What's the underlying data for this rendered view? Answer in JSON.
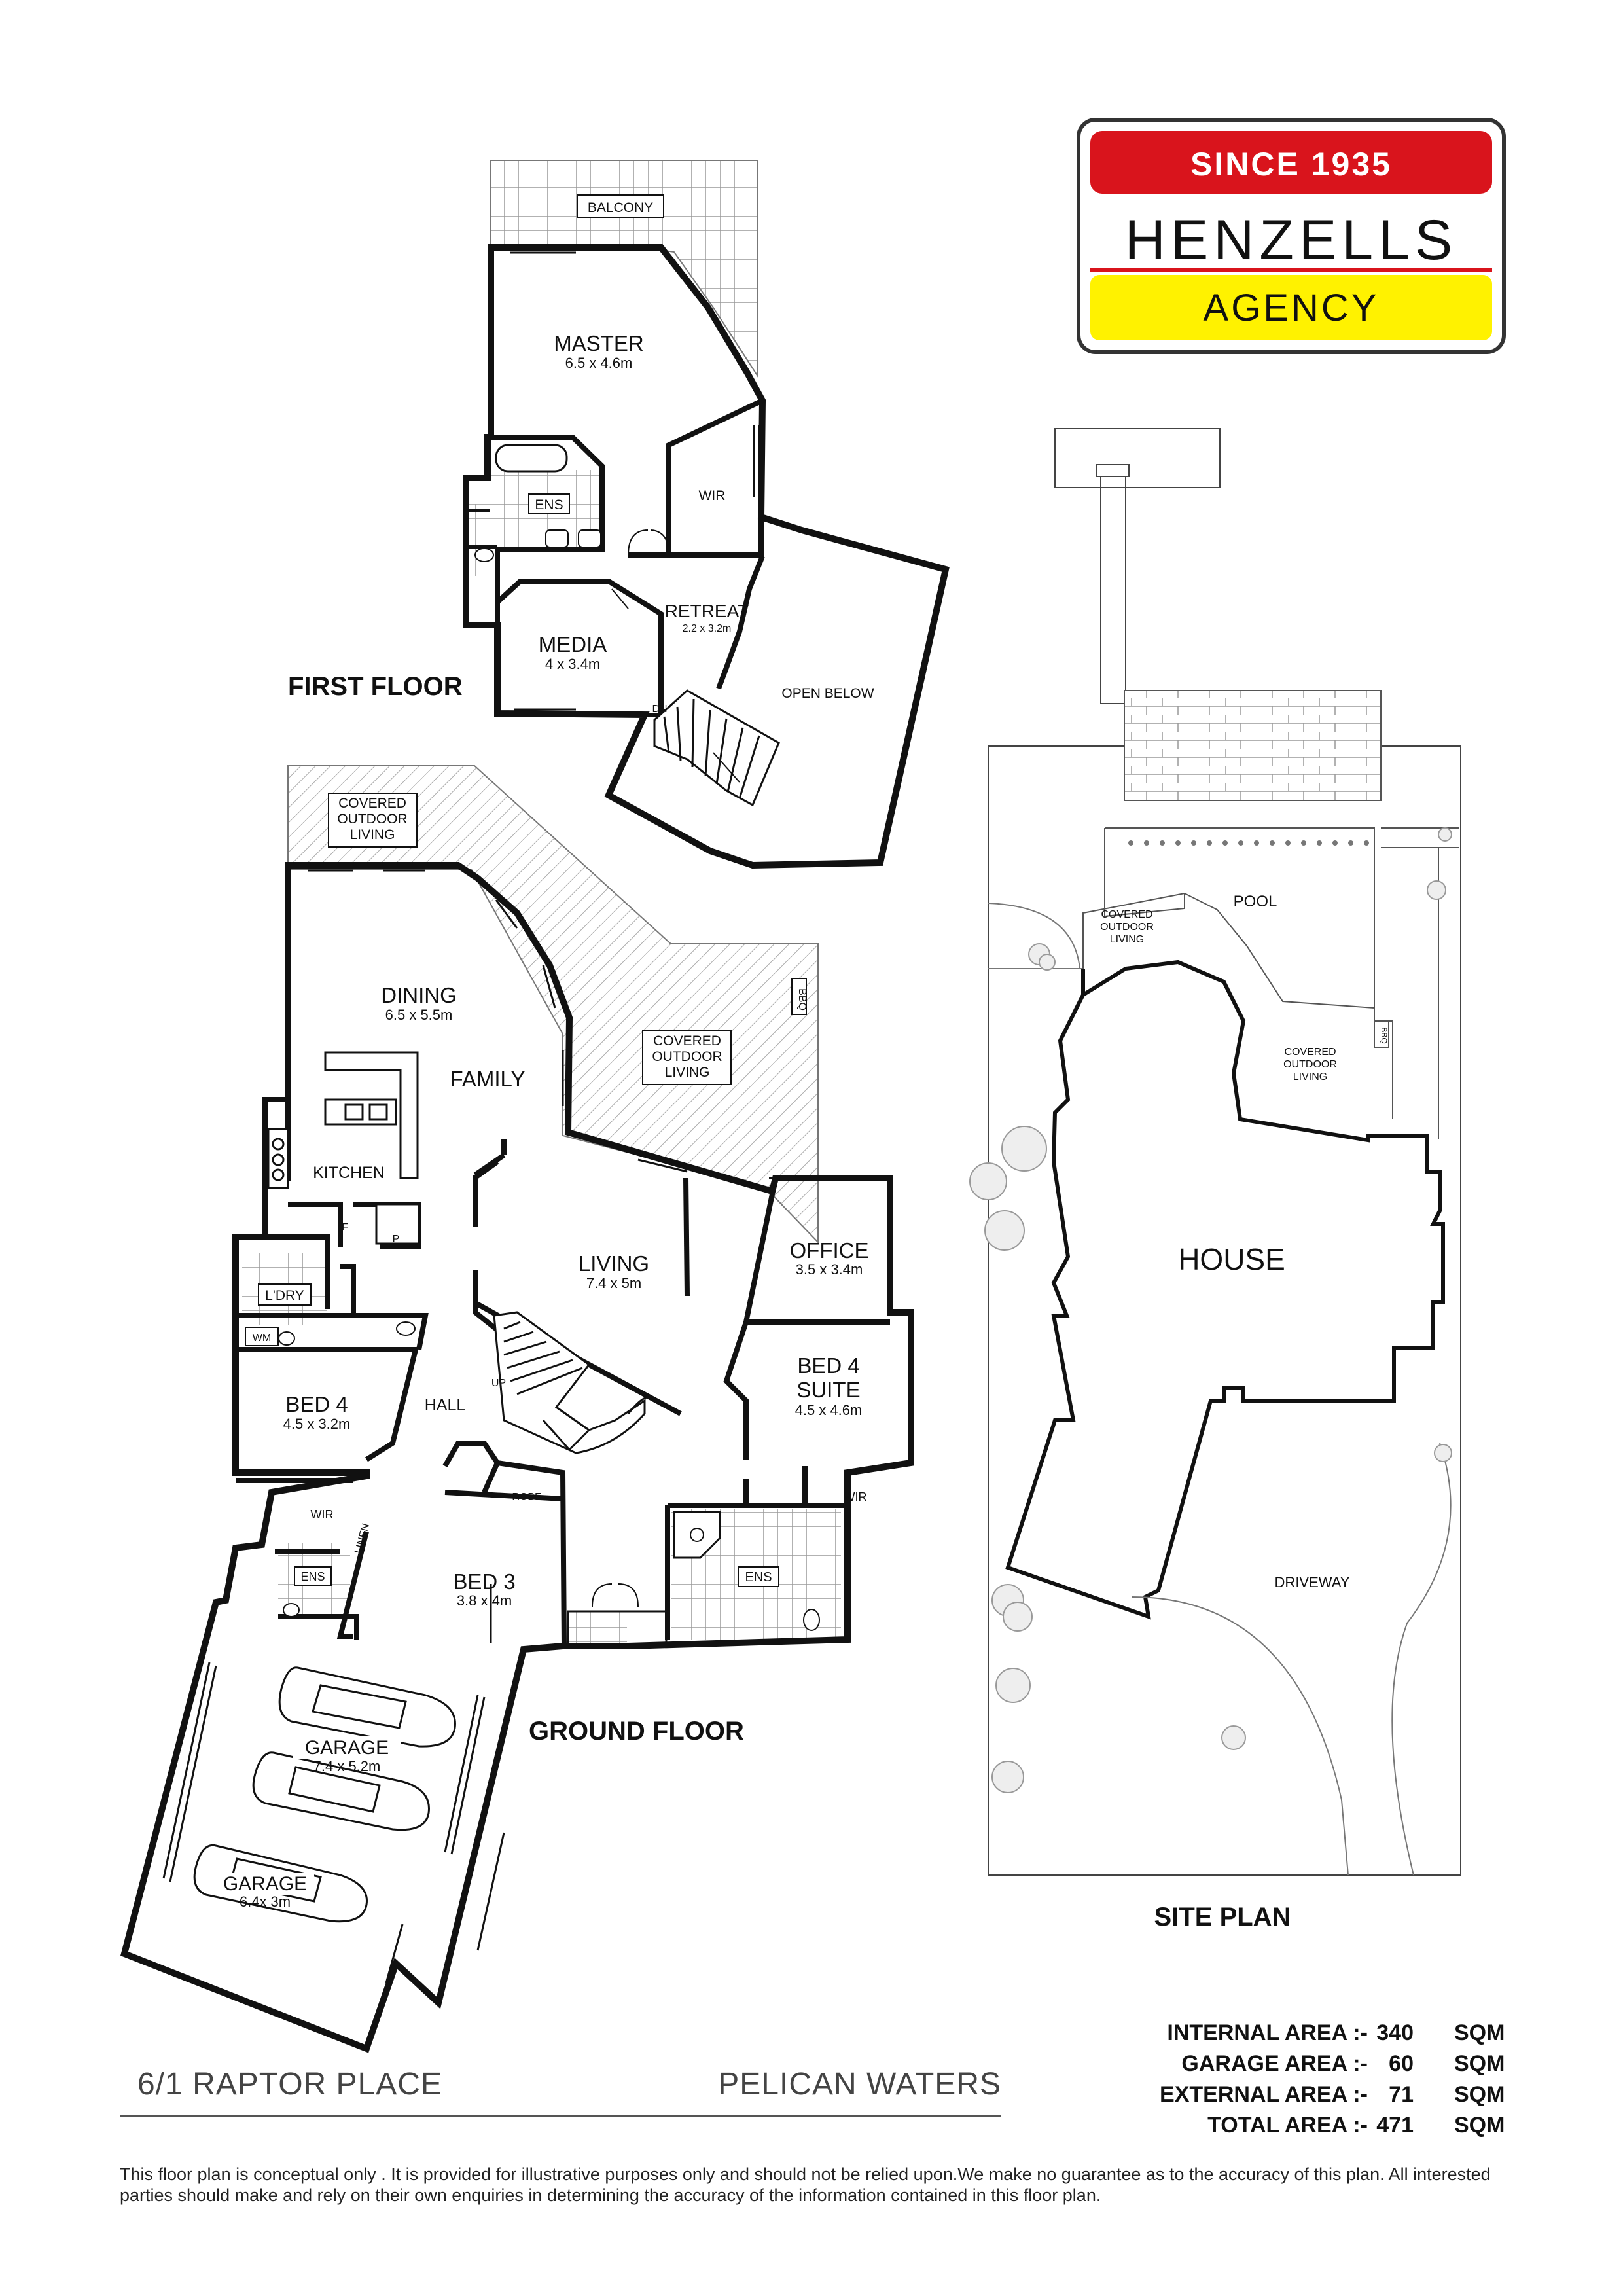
{
  "logo": {
    "since": "SINCE 1935",
    "name": "HENZELLS",
    "sub": "AGENCY",
    "colors": {
      "red": "#d9141c",
      "yellow": "#fff200",
      "border": "#333333"
    }
  },
  "first_floor": {
    "heading": "FIRST FLOOR",
    "rooms": {
      "balcony": "BALCONY",
      "master": "MASTER",
      "master_dim": "6.5 x 4.6m",
      "ens": "ENS",
      "wir": "WIR",
      "retreat": "RETREAT",
      "retreat_dim": "2.2 x 3.2m",
      "media": "MEDIA",
      "media_dim": "4 x 3.4m",
      "open_below": "OPEN BELOW",
      "dn": "DN"
    }
  },
  "ground_floor": {
    "heading": "GROUND FLOOR",
    "rooms": {
      "covered1_a": "COVERED",
      "covered1_b": "OUTDOOR",
      "covered1_c": "LIVING",
      "covered2_a": "COVERED",
      "covered2_b": "OUTDOOR",
      "covered2_c": "LIVING",
      "bbq": "BBQ",
      "dining": "DINING",
      "dining_dim": "6.5 x 5.5m",
      "family": "FAMILY",
      "kitchen": "KITCHEN",
      "f": "F",
      "p": "P",
      "laundry": "L'DRY",
      "wm": "WM",
      "living": "LIVING",
      "living_dim": "7.4 x 5m",
      "office": "OFFICE",
      "office_dim": "3.5 x 3.4m",
      "bed4suite_a": "BED 4",
      "bed4suite_b": "SUITE",
      "bed4suite_dim": "4.5 x 4.6m",
      "bed4": "BED 4",
      "bed4_dim": "4.5 x 3.2m",
      "hall": "HALL",
      "up": "UP",
      "wir1": "WIR",
      "wir2": "WIR",
      "linen": "LINEN",
      "ens1": "ENS",
      "ens2": "ENS",
      "robe": "ROBE",
      "bed3": "BED 3",
      "bed3_dim": "3.8 x 4m",
      "garage1": "GARAGE",
      "garage1_dim": "7.4 x 5.2m",
      "garage2": "GARAGE",
      "garage2_dim": "6.4x 3m"
    }
  },
  "site_plan": {
    "heading": "SITE PLAN",
    "labels": {
      "pool": "POOL",
      "covered_a": "COVERED",
      "covered_b": "OUTDOOR",
      "covered_c": "LIVING",
      "covered2_a": "COVERED",
      "covered2_b": "OUTDOOR",
      "covered2_c": "LIVING",
      "bbq": "BBQ",
      "house": "HOUSE",
      "driveway": "DRIVEWAY"
    }
  },
  "areas": [
    {
      "label": "INTERNAL AREA :-",
      "value": "340",
      "unit": "SQM"
    },
    {
      "label": "GARAGE AREA :-",
      "value": "60",
      "unit": "SQM"
    },
    {
      "label": "EXTERNAL AREA :-",
      "value": "71",
      "unit": "SQM"
    },
    {
      "label": "TOTAL AREA :-",
      "value": "471",
      "unit": "SQM"
    }
  ],
  "address": {
    "street": "6/1 RAPTOR PLACE",
    "suburb": "PELICAN WATERS"
  },
  "disclaimer": "This floor plan  is conceptual only . It is provided for illustrative purposes only and should not be relied upon.We make no guarantee as to the accuracy of this plan. All interested parties should make and rely on their own enquiries in determining the accuracy of the information contained in this floor plan."
}
